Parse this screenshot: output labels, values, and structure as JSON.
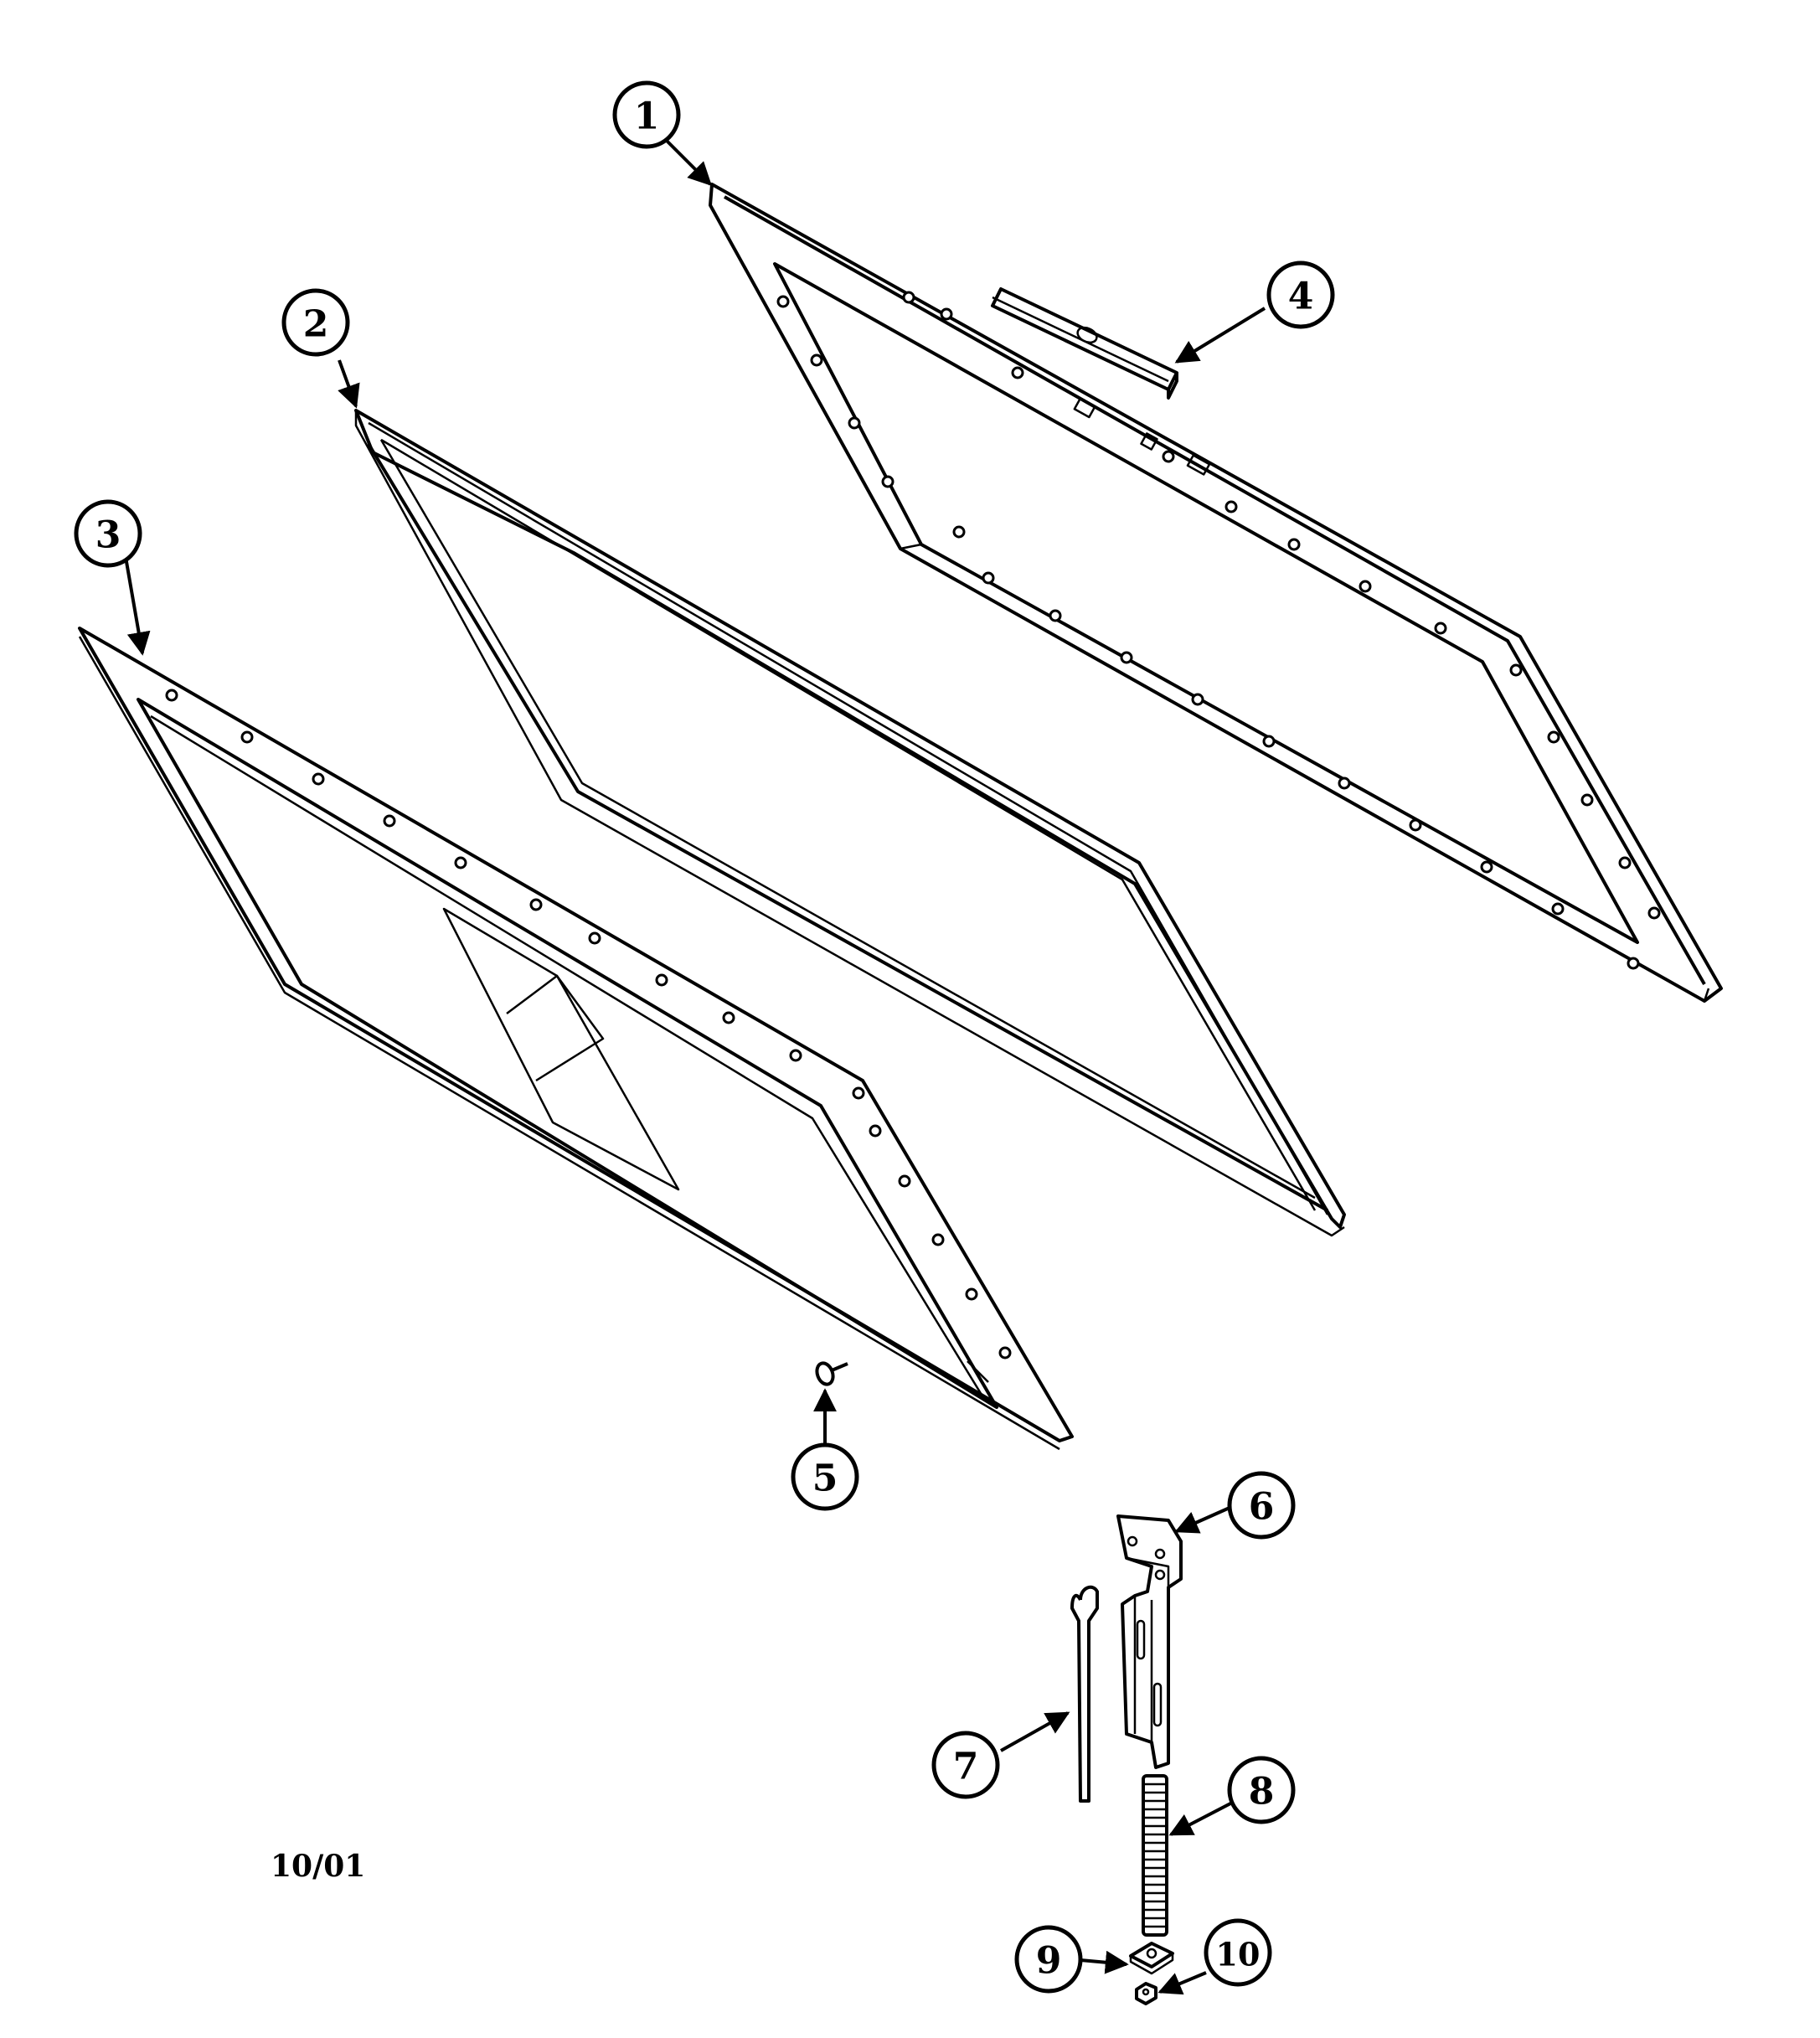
{
  "diagram": {
    "callouts": [
      {
        "label": "1"
      },
      {
        "label": "2"
      },
      {
        "label": "3"
      },
      {
        "label": "4"
      },
      {
        "label": "5"
      },
      {
        "label": "6"
      },
      {
        "label": "7"
      },
      {
        "label": "8"
      },
      {
        "label": "9"
      },
      {
        "label": "10"
      }
    ],
    "date_code": "10/01"
  }
}
